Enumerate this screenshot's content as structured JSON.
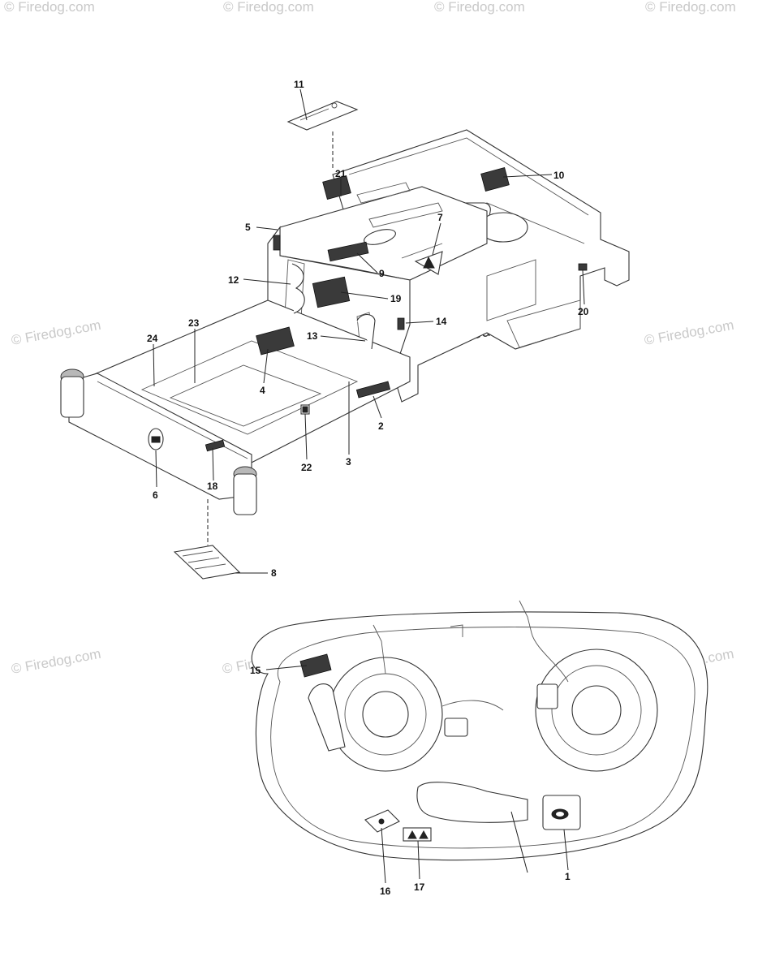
{
  "watermarks": {
    "firedog": "© Firedog.com"
  },
  "callouts": {
    "c1": "1",
    "c2": "2",
    "c3": "3",
    "c4": "4",
    "c5": "5",
    "c6": "6",
    "c7": "7",
    "c8": "8",
    "c9": "9",
    "c10": "10",
    "c11": "11",
    "c12": "12",
    "c13": "13",
    "c14": "14",
    "c15": "15",
    "c16": "16",
    "c17": "17",
    "c18": "18",
    "c19": "19",
    "c20": "20",
    "c21": "21",
    "c22": "22",
    "c23": "23",
    "c24": "24"
  }
}
